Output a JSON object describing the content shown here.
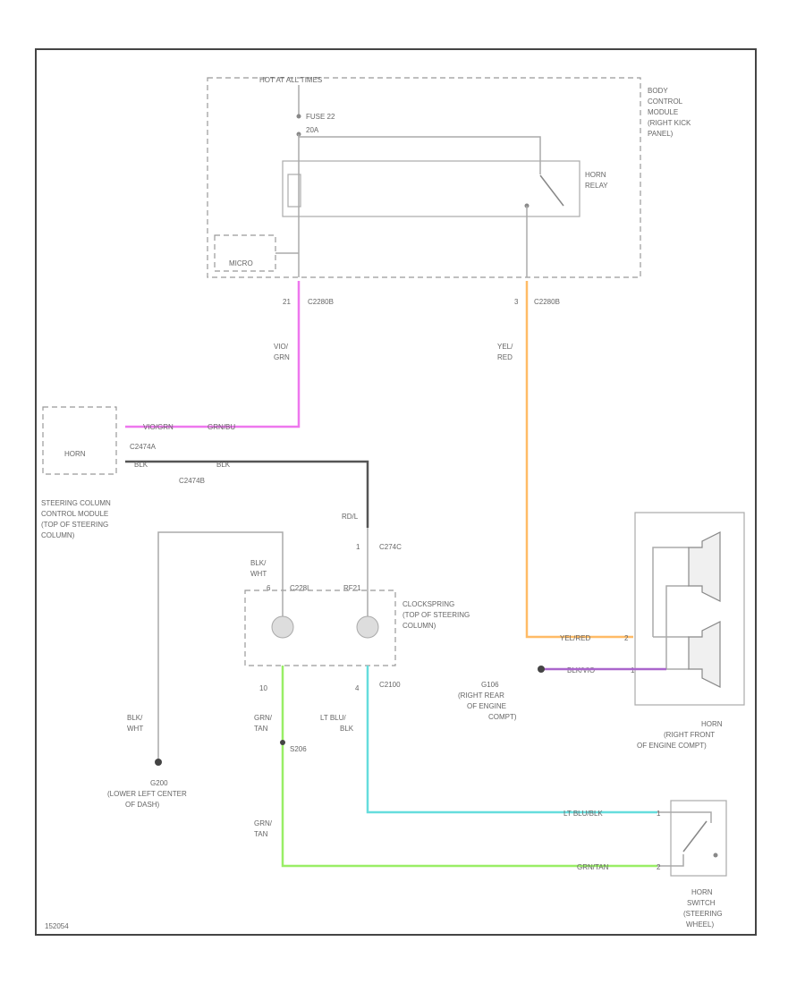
{
  "labels": {
    "hot_at_all_times": "HOT AT ALL TIMES",
    "fuse": "FUSE 22",
    "fuse_amps": "20A",
    "bcm_line1": "BODY",
    "bcm_line2": "CONTROL",
    "bcm_line3": "MODULE",
    "bcm_line4": "(RIGHT KICK",
    "bcm_line5": "PANEL)",
    "horn_relay_line1": "HORN",
    "horn_relay_line2": "RELAY",
    "micro": "MICRO",
    "pin_21": "21",
    "conn_c2280b_1": "C2280B",
    "pin_3": "3",
    "conn_c2280b_2": "C2280B",
    "wire_vio_grn_1": "VIO/",
    "wire_vio_grn_2": "GRN",
    "wire_yel_red_1": "YEL/",
    "wire_yel_red_2": "RED",
    "sccm_horn": "HORN",
    "sccm_wire_pink": "VIO/GRN",
    "sccm_wire_pink2": "GRN/BU",
    "sccm_conn_a": "C2474A",
    "sccm_wire_blk1": "BLK",
    "sccm_wire_blk2": "BLK",
    "sccm_conn_b": "C2474B",
    "sccm_line1": "STEERING COLUMN",
    "sccm_line2": "CONTROL MODULE",
    "sccm_line3": "(TOP OF STEERING",
    "sccm_line4": "COLUMN)",
    "wire_rdl": "RD/L",
    "pin_1": "1",
    "conn_c274c": "C274C",
    "wire_blk_wht_1": "BLK/",
    "wire_blk_wht_2": "WHT",
    "conn_c228l": "C228L",
    "conn_c228l_pin": "6",
    "cs_pin_top": "RF21",
    "clockspring_line1": "CLOCKSPRING",
    "clockspring_line2": "(TOP OF STEERING",
    "clockspring_line3": "COLUMN)",
    "cs_pin_10": "10",
    "cs_pin_4": "4",
    "conn_c2100": "C2100",
    "wire_grn_tan_1": "GRN/",
    "wire_grn_tan_2": "TAN",
    "wire_ltblu_blk_1": "LT BLU/",
    "wire_ltblu_blk_2": "BLK",
    "splice_s206": "S206",
    "wire_blk_wht_3": "BLK/",
    "wire_blk_wht_4": "WHT",
    "ground_g200_1": "G200",
    "ground_g200_2": "(LOWER LEFT CENTER",
    "ground_g200_3": "OF DASH)",
    "horn_wire_yelred": "YEL/RED",
    "horn_wire_blkvio": "BLK/VIO",
    "pin_h2": "2",
    "pin_h1": "1",
    "ground_g106_1": "G106",
    "ground_g106_2": "(RIGHT REAR",
    "ground_g106_3": "OF ENGINE",
    "ground_g106_4": "COMPT)",
    "horn_line1": "HORN",
    "horn_line2": "(RIGHT FRONT",
    "horn_line3": "OF ENGINE COMPT)",
    "sw_wire_ltblu": "LT BLU/BLK",
    "sw_wire_grntan": "GRN/TAN",
    "sw_pin_1": "1",
    "sw_pin_2": "2",
    "switch_line1": "HORN",
    "switch_line2": "SWITCH",
    "switch_line3": "(STEERING",
    "switch_line4": "WHEEL)",
    "figure_id": "152054"
  },
  "colors": {
    "pink": "#ee77ee",
    "orange": "#ffbb66",
    "green": "#99ee66",
    "cyan": "#66dddd",
    "black_wire": "#555555",
    "purple": "#aa66cc"
  }
}
